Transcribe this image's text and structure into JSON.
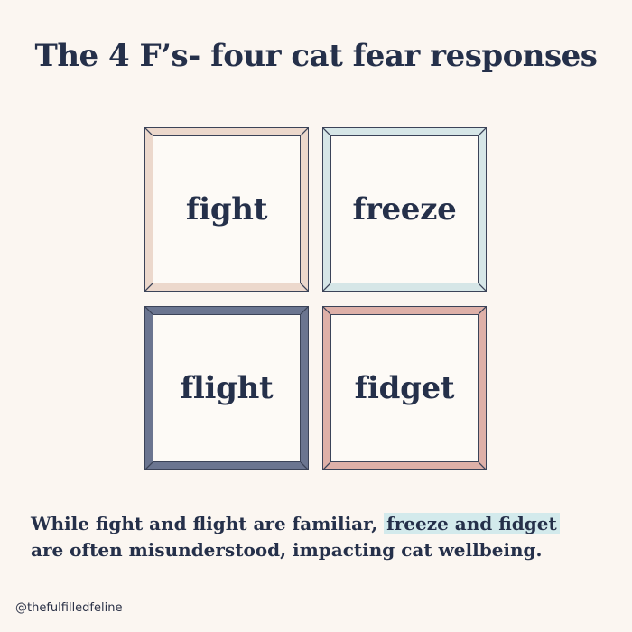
{
  "header": {
    "title": "The 4 F’s- four cat fear responses"
  },
  "grid": {
    "items": [
      {
        "label": "fight",
        "frame_color": "#ecd8cc"
      },
      {
        "label": "freeze",
        "frame_color": "#d6e6e7"
      },
      {
        "label": "flight",
        "frame_color": "#6b7590"
      },
      {
        "label": "fidget",
        "frame_color": "#deb0a8"
      }
    ]
  },
  "caption": {
    "part1": "While fight and flight are familiar, ",
    "highlight": "freeze and fidget",
    "part2": "are often misunderstood, impacting cat wellbeing.",
    "highlight_color": "#d3eaec"
  },
  "footer": {
    "handle": "@thefulfilledfeline"
  },
  "colors": {
    "background": "#fbf6f1",
    "text": "#25304a"
  }
}
